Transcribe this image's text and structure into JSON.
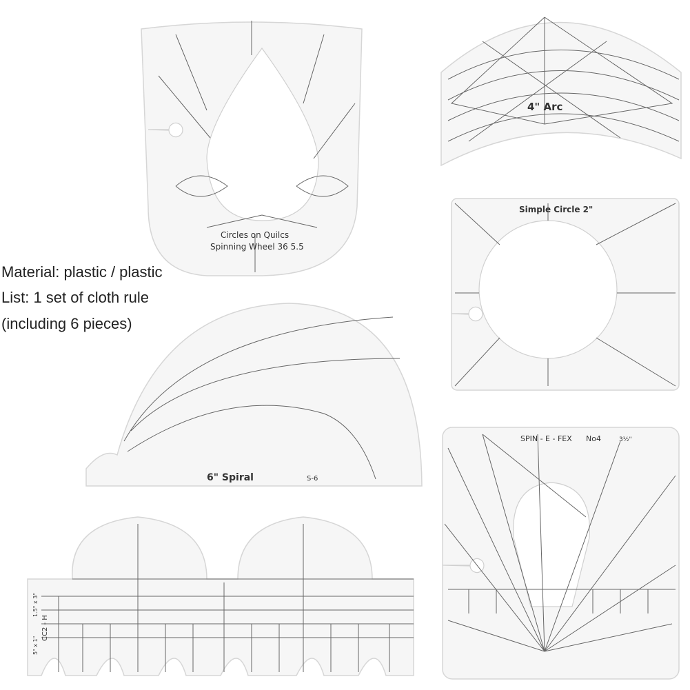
{
  "description": {
    "lines": [
      "Material: plastic / plastic",
      "List: 1 set of cloth rule",
      "(including 6 pieces)"
    ]
  },
  "rulers": {
    "spinning_wheel": {
      "line1": "Circles on Quilcs",
      "line2": "Spinning Wheel 36 5.5"
    },
    "arc": {
      "label": "4\" Arc"
    },
    "simple_circle": {
      "label": "Simple Circle 2\""
    },
    "spiral": {
      "label": "6\" Spiral",
      "code": "S-6"
    },
    "spin_e_fex": {
      "label": "SPIN - E - FEX",
      "number": "No4",
      "size": "3½\""
    },
    "cc2": {
      "code": "CC2 - H",
      "dims1": "1.5\" x 3\"",
      "dims2": "5\" x 1\""
    }
  },
  "colors": {
    "plastic": "#f7f7f7",
    "edge": "#d8d8d8",
    "line": "#555555"
  }
}
